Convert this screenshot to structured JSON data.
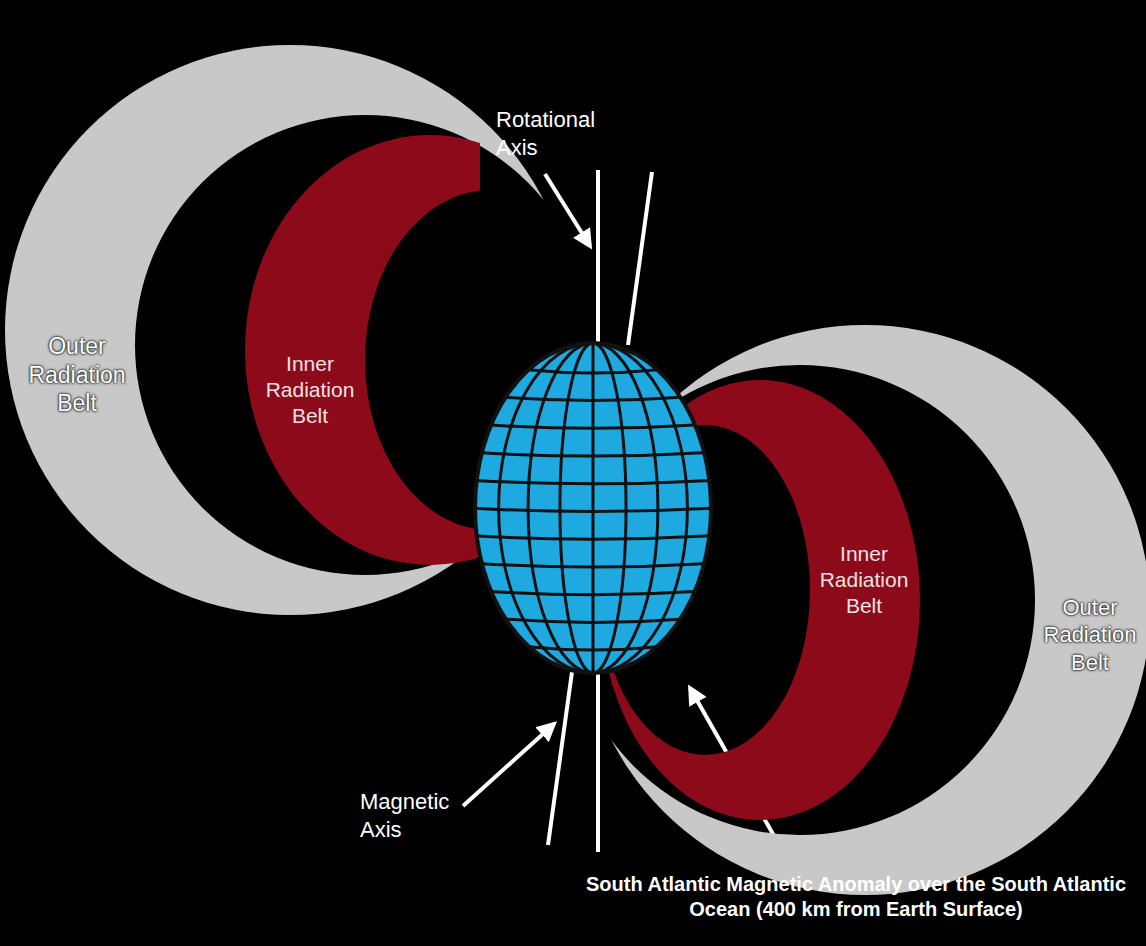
{
  "diagram": {
    "nodes": [
      {
        "text": [
          "Outer Radiation Belt"
        ]
      },
      {
        "text": [
          "Inner Radiation Belt"
        ]
      },
      {
        "text": [
          "Inner Radiation Belt"
        ]
      },
      {
        "text": [
          "Outer Radiation Belt"
        ]
      }
    ],
    "labels": [
      "Rotational Axis",
      "Magnetic Axis",
      "South Atlantic Magnetic Anomaly over the South Atlantic Ocean (400 km from Earth Surface)"
    ]
  }
}
